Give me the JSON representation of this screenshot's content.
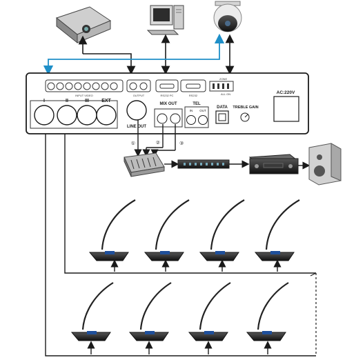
{
  "controller": {
    "section_labels": {
      "input_video": "INPUT VIDEO",
      "output": "OUTPUT",
      "rs232_pc": "RS232 PC",
      "rs232": "RS232",
      "zone": "ZONE",
      "all_on": "ALL ON",
      "mix_out": "MIX OUT",
      "tel": "TEL",
      "tel_in": "IN",
      "tel_out": "OUT",
      "data": "DATA",
      "treble_gain": "TREBLE GAIN",
      "line_out": "LINE OUT",
      "ac": "AC:220V"
    },
    "ports": [
      "I",
      "II",
      "III",
      "EXT"
    ]
  },
  "mix_links": [
    "①",
    "②",
    "③"
  ],
  "peripherals": [
    "projector",
    "computer",
    "ptz-camera",
    "mixer",
    "equalizer",
    "amplifier",
    "speaker"
  ],
  "colors": {
    "signal_line": "#1a1a1a",
    "camera_link": "#1e8fc8",
    "housing": "#ffffff",
    "mic_base": "#2a2a2a",
    "mic_badge": "#1f4f9a"
  },
  "microphones": {
    "row1_count": 4,
    "row2_count": 4
  }
}
